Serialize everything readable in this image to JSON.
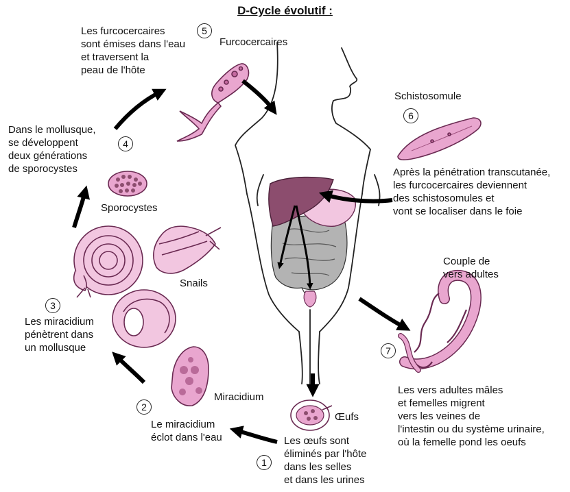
{
  "title": "D-Cycle évolutif :",
  "stages": {
    "s1": {
      "number": "1",
      "text": "Les œufs sont\néliminés par l'hôte\ndans les selles\net dans les urines"
    },
    "s2": {
      "number": "2",
      "text": "Le miracidium\néclot dans l'eau"
    },
    "s3": {
      "number": "3",
      "text": "Les miracidium\npénètrent dans\nun mollusque"
    },
    "s4": {
      "number": "4",
      "text": "Dans le mollusque,\nse développent\ndeux générations\nde sporocystes"
    },
    "s5": {
      "number": "5",
      "text": "Les furcocercaires\nsont émises dans l'eau\net traversent la\npeau de l'hôte"
    },
    "s6": {
      "number": "6",
      "text": "Après la pénétration transcutanée,\nles furcocercaires deviennent\ndes schistosomules et\nvont se localiser dans le foie"
    },
    "s7": {
      "number": "7",
      "text": "Les vers adultes mâles\net femelles migrent\nvers les veines de\nl'intestin ou du système urinaire,\noù la femelle pond les oeufs"
    }
  },
  "organism_labels": {
    "furcocercaires": "Furcocercaires",
    "schistosomule": "Schistosomule",
    "sporocystes": "Sporocystes",
    "snails": "Snails",
    "miracidium": "Miracidium",
    "oeufs": "Œufs",
    "couple": "Couple de\nvers adultes"
  },
  "colors": {
    "organism_pink": "#e9a6cf",
    "organism_outline": "#6a2a52",
    "liver": "#8c4d6e",
    "intestine": "#b3b3b3",
    "arrow": "#000000"
  }
}
